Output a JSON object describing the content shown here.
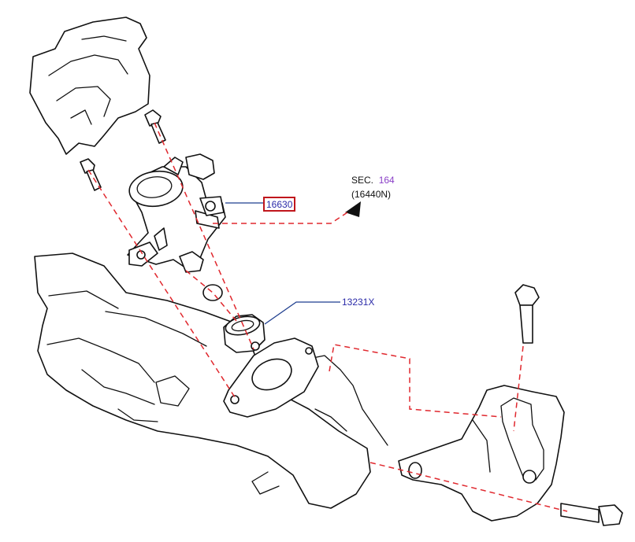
{
  "callouts": {
    "pump_part_number": "16630",
    "filter_part_number": "13231X",
    "section_prefix": "SEC.",
    "section_number": "164",
    "section_ref": "(16440N)"
  },
  "colors": {
    "highlight_box": "#c0161c",
    "part_number_text": "#2a2aa8",
    "section_number_text": "#8a3fc7",
    "dashed_guides": "#e0282e",
    "leader_lines": "#1f3f8f"
  }
}
